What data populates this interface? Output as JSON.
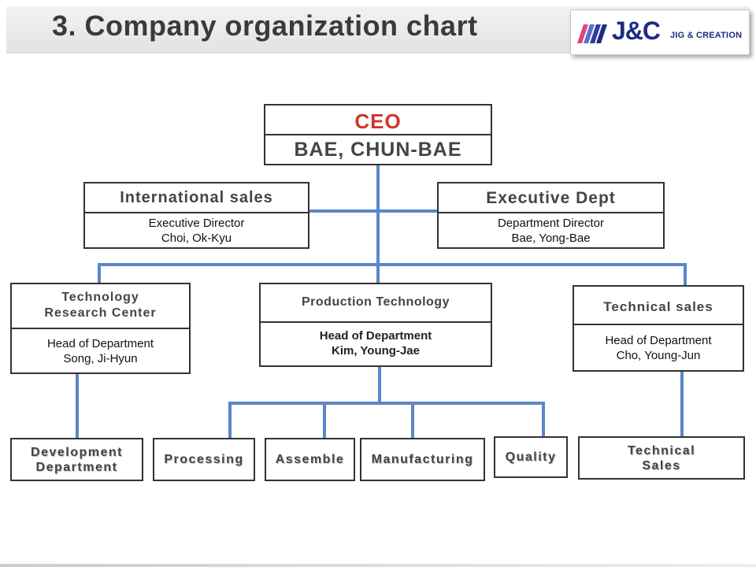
{
  "title": "3. Company organization chart",
  "logo": {
    "main": "J&C",
    "sub": "JIG & CREATION"
  },
  "colors": {
    "connector": "#5b86c9",
    "ceo_title": "#d0352b",
    "logo": "#1c2c84",
    "border": "#333333"
  },
  "ceo": {
    "title": "CEO",
    "name": "BAE, CHUN-BAE"
  },
  "international_sales": {
    "title": "International sales",
    "role": "Executive Director",
    "person": "Choi, Ok-Kyu"
  },
  "executive_dept": {
    "title": "Executive Dept",
    "role": "Department Director",
    "person": "Bae, Yong-Bae"
  },
  "tech_research": {
    "title_line1": "Technology",
    "title_line2": "Research Center",
    "role": "Head of Department",
    "person": "Song, Ji-Hyun"
  },
  "production_tech": {
    "title": "Production Technology",
    "role": "Head of Department",
    "person": "Kim, Young-Jae"
  },
  "technical_sales": {
    "title": "Technical sales",
    "role": "Head of Department",
    "person": "Cho, Young-Jun"
  },
  "units": {
    "development": {
      "line1": "Development",
      "line2": "Department"
    },
    "processing": "Processing",
    "assemble": "Assemble",
    "manufacturing": "Manufacturing",
    "quality": "Quality",
    "technical_sales_unit": {
      "line1": "Technical",
      "line2": "Sales"
    }
  }
}
